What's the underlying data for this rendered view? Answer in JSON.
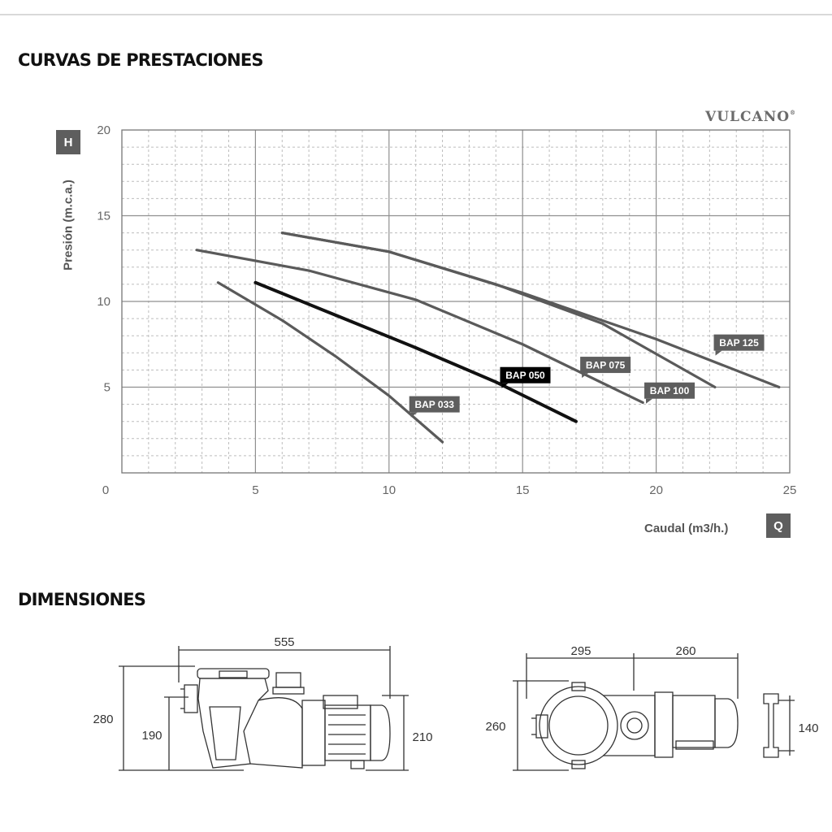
{
  "sections": {
    "performance_title": "CURVAS DE PRESTACIONES",
    "dimensions_title": "DIMENSIONES"
  },
  "brand": "VULCANO",
  "brand_mark": "®",
  "colors": {
    "curve": "#5a5a5a",
    "highlight_curve": "#111111",
    "label_bg": "#5e5e5e",
    "highlight_label_bg": "#000000"
  },
  "chart_data": {
    "type": "line",
    "title": "",
    "y_axis_letter": "H",
    "x_axis_letter": "Q",
    "ylabel": "Presión (m.c.a.)",
    "xlabel": "Caudal (m3/h.)",
    "xlim": [
      0,
      25
    ],
    "ylim": [
      0,
      20
    ],
    "x_ticks": [
      0,
      5,
      10,
      15,
      20,
      25
    ],
    "y_ticks": [
      5,
      10,
      15,
      20
    ],
    "grid": true,
    "legend": "inline-labels",
    "series": [
      {
        "name": "BAP 033",
        "x": [
          3.6,
          6,
          8,
          10,
          12
        ],
        "y": [
          11.1,
          8.9,
          6.8,
          4.5,
          1.8
        ]
      },
      {
        "name": "BAP 050",
        "x": [
          5,
          8,
          11,
          14,
          17
        ],
        "y": [
          11.1,
          9.2,
          7.3,
          5.3,
          3.0
        ]
      },
      {
        "name": "BAP 075",
        "x": [
          2.8,
          7,
          11,
          15,
          19.5
        ],
        "y": [
          13.0,
          11.8,
          10.1,
          7.5,
          4.1
        ]
      },
      {
        "name": "BAP 100",
        "x": [
          6,
          10,
          14,
          18,
          22.2
        ],
        "y": [
          14.0,
          12.9,
          11.0,
          8.7,
          5.0
        ]
      },
      {
        "name": "BAP 125",
        "x": [
          6,
          10,
          15,
          20,
          24.6
        ],
        "y": [
          14.0,
          12.9,
          10.5,
          7.8,
          5.0
        ]
      }
    ],
    "labels": [
      {
        "series": "BAP 125",
        "text": "BAP 125",
        "x": 23.1,
        "y": 7.6,
        "highlight": false
      },
      {
        "series": "BAP 075",
        "text": "BAP 075",
        "x": 18.1,
        "y": 6.3,
        "highlight": false
      },
      {
        "series": "BAP 050",
        "text": "BAP 050",
        "x": 15.1,
        "y": 5.7,
        "highlight": true
      },
      {
        "series": "BAP 100",
        "text": "BAP 100",
        "x": 20.5,
        "y": 4.8,
        "highlight": false
      },
      {
        "series": "BAP 033",
        "text": "BAP 033",
        "x": 11.7,
        "y": 4.0,
        "highlight": false
      }
    ]
  },
  "dimensions": {
    "side_view": {
      "length": "555",
      "height_total": "280",
      "height_inlet": "190",
      "height_motor": "210"
    },
    "top_view": {
      "width_pump": "295",
      "width_motor": "260",
      "depth": "260"
    },
    "end_view": {
      "height": "140"
    }
  }
}
